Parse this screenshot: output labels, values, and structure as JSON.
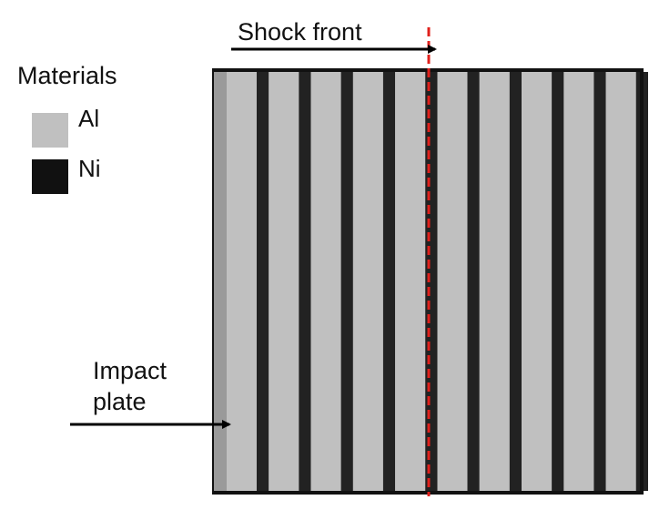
{
  "legend": {
    "title": "Materials",
    "items": [
      {
        "label": "Al",
        "color": "#c0c0c0"
      },
      {
        "label": "Ni",
        "color": "#111111"
      }
    ]
  },
  "annotations": {
    "shock_front": "Shock front",
    "impact_plate_line1": "Impact",
    "impact_plate_line2": "plate"
  },
  "sample": {
    "layer_pattern": [
      "Al",
      "Ni",
      "Al",
      "Ni",
      "Al",
      "Ni",
      "Al",
      "Ni",
      "Al",
      "Ni",
      "Al",
      "Ni",
      "Al",
      "Ni",
      "Al",
      "Ni",
      "Al",
      "Ni",
      "Al",
      "Ni",
      "Al"
    ],
    "colors": {
      "Al": "#c0c0c0",
      "Ni": "#222222",
      "border": "#111111",
      "impact_plate": "#9a9a9a",
      "shock_line": "#e0201b"
    }
  }
}
